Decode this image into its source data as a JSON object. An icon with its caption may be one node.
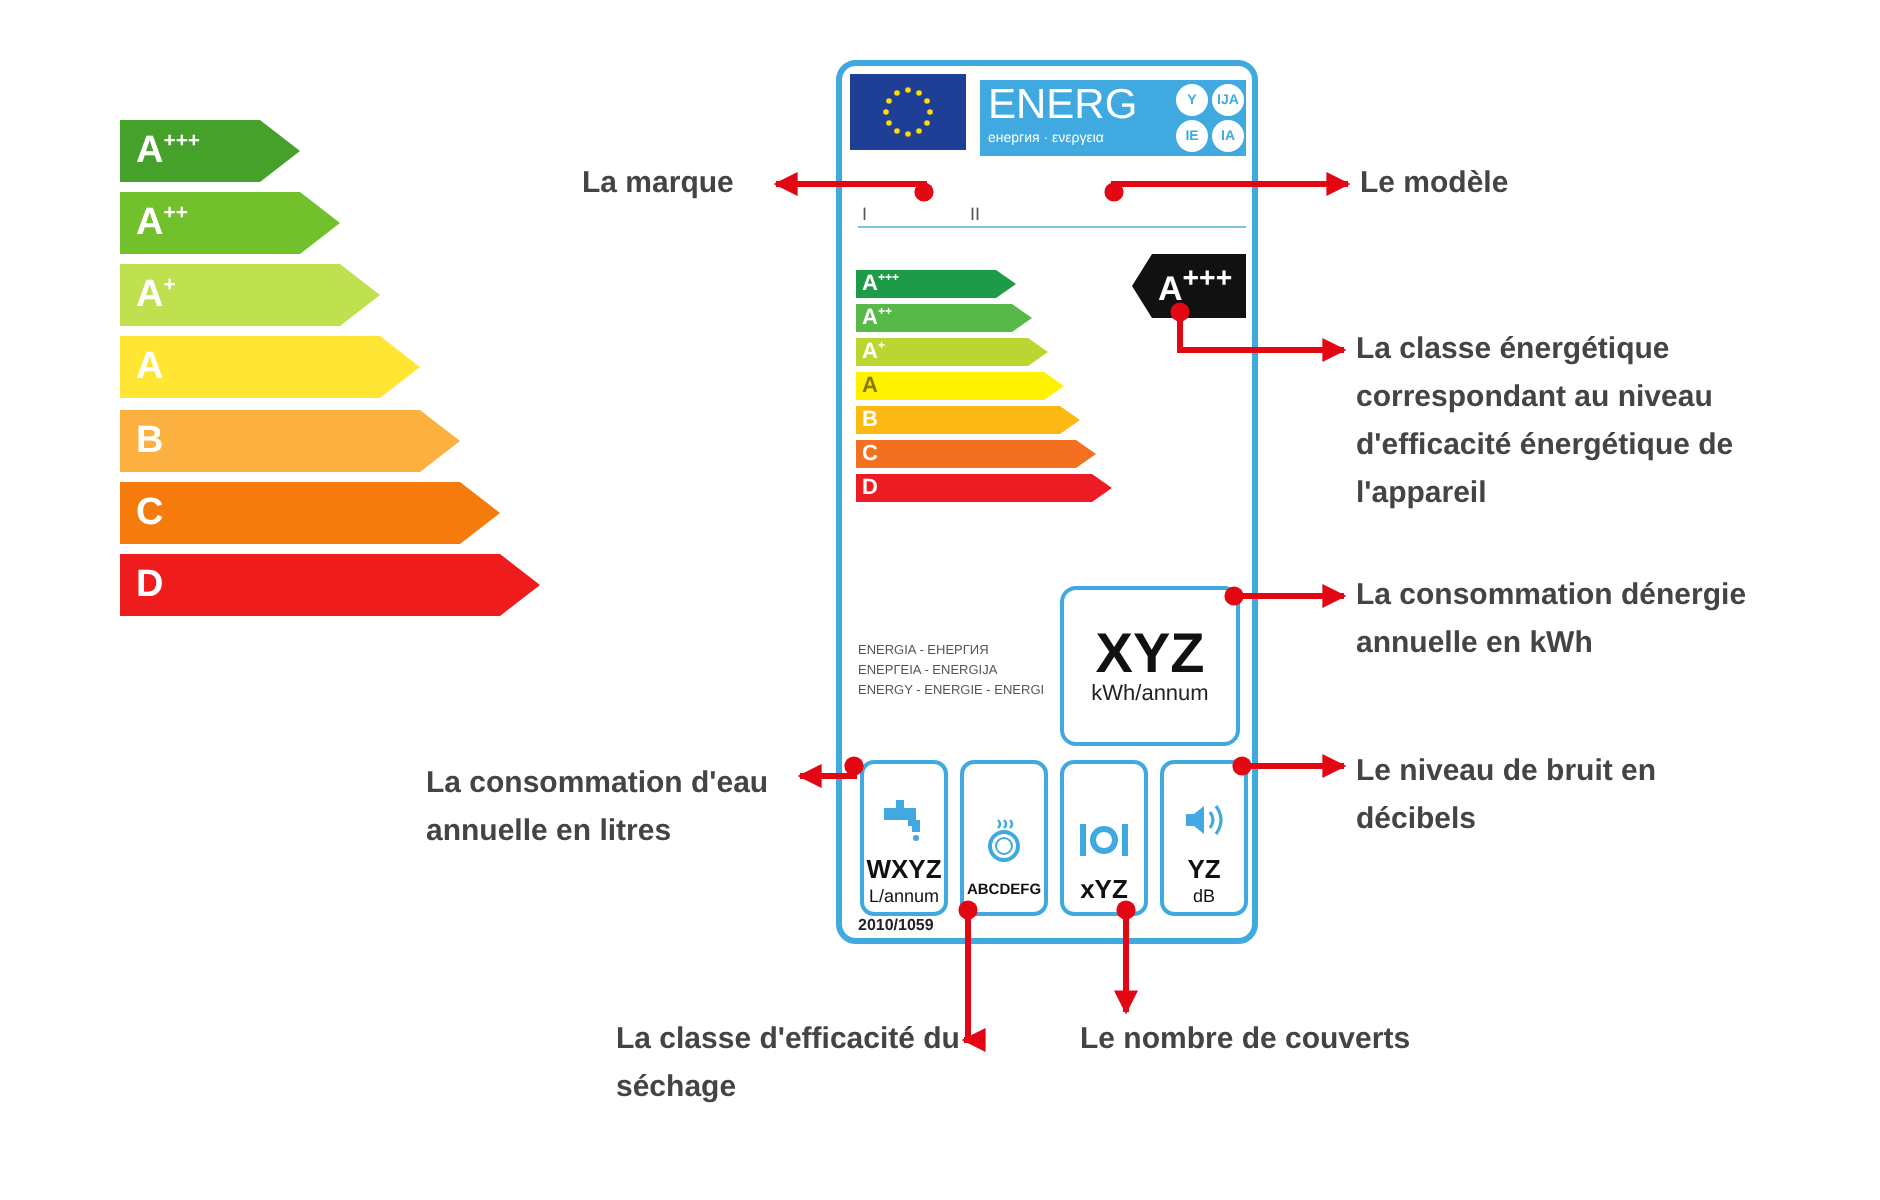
{
  "diagram": {
    "nodes": [
      {
        "text": [
          "A$^{+++}$"
        ]
      },
      {
        "text": [
          "A$^{++}$"
        ]
      },
      {
        "text": [
          "A$^{+}$"
        ]
      },
      {
        "text": [
          "A"
        ]
      },
      {
        "text": [
          "B"
        ]
      },
      {
        "text": [
          "C"
        ]
      },
      {
        "text": [
          "D"
        ]
      },
      {
        "text": [
          "2010/1059"
        ]
      },
      {
        "text": [
          "ENERG",
          "енергия · ενεργεια"
        ],
        "in": 7
      },
      {
        "text": [
          "Y"
        ],
        "in": 8
      },
      {
        "text": [
          "IJA"
        ],
        "in": 8
      },
      {
        "text": [
          "IE"
        ],
        "in": 8
      },
      {
        "text": [
          "IA"
        ],
        "in": 8
      },
      {
        "text": [
          "I"
        ],
        "in": 7
      },
      {
        "text": [
          "II"
        ],
        "in": 7
      },
      {
        "text": [
          "A$^{+++}$"
        ],
        "in": 7
      },
      {
        "text": [
          "A$^{++}$"
        ],
        "in": 7
      },
      {
        "text": [
          "A$^{+}$"
        ],
        "in": 7
      },
      {
        "text": [
          "A"
        ],
        "in": 7
      },
      {
        "text": [
          "B"
        ],
        "in": 7
      },
      {
        "text": [
          "C"
        ],
        "in": 7
      },
      {
        "text": [
          "D"
        ],
        "in": 7
      },
      {
        "text": [
          "A$^{+++}$"
        ],
        "in": 7
      },
      {
        "text": [
          "XYZ",
          "kWh/annum"
        ],
        "in": 7
      },
      {
        "text": [
          "WXYZ",
          "L/annum"
        ],
        "in": 7
      },
      {
        "text": [
          "ABCDEFG"
        ],
        "in": 7
      },
      {
        "text": [
          "xYZ"
        ],
        "in": 7
      },
      {
        "text": [
          "YZ",
          "dB"
        ],
        "in": 7
      },
      {
        "text": [
          "La marque"
        ]
      },
      {
        "text": [
          "Le modèle"
        ]
      },
      {
        "text": [
          "La classe énergétique correspondant au niveau d'efficacité énergétique de l'appareil"
        ]
      },
      {
        "text": [
          "La consommation dénergie annuelle en kWh"
        ]
      },
      {
        "text": [
          "La consommation d'eau annuelle en litres"
        ]
      },
      {
        "text": [
          "Le niveau de bruit en décibels"
        ]
      },
      {
        "text": [
          "La classe d'efficacité du séchage"
        ]
      },
      {
        "text": [
          "Le nombre de couverts"
        ]
      }
    ],
    "edges": [
      {
        "from": 13,
        "to": 28,
        "arrow": "to"
      },
      {
        "from": 14,
        "to": 29,
        "arrow": "to"
      },
      {
        "from": 22,
        "to": 30,
        "arrow": "to"
      },
      {
        "from": 23,
        "to": 31,
        "arrow": "to"
      },
      {
        "from": 24,
        "to": 32,
        "arrow": "to"
      },
      {
        "from": 27,
        "to": 33,
        "arrow": "to"
      },
      {
        "from": 25,
        "to": 34,
        "arrow": "to"
      },
      {
        "from": 26,
        "to": 35,
        "arrow": "to"
      }
    ],
    "labels": [
      "ENERGIA - ЕНЕРГИЯ ΕΝΕΡΓΕΙΑ - ENERGIJA ENERGY - ENERGIE - ENERGI"
    ]
  }
}
